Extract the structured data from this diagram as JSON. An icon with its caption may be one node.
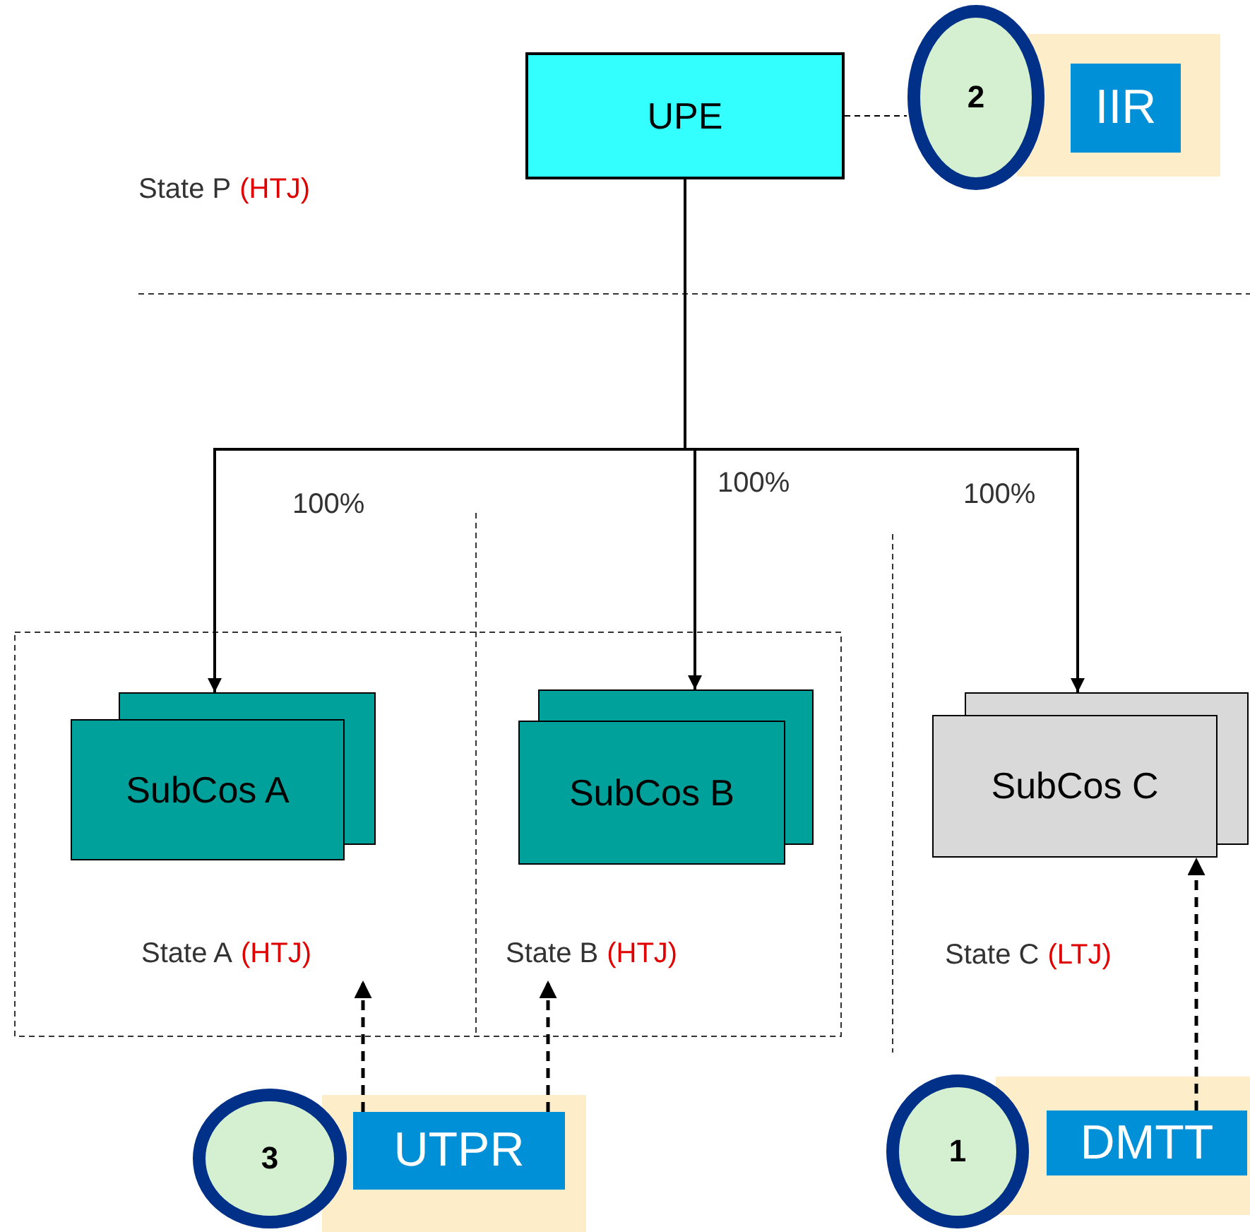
{
  "diagram": {
    "nodes": [
      {
        "text": [
          "UPE"
        ]
      },
      {
        "text": [
          "SubCos A"
        ]
      },
      {
        "text": [
          "SubCos B"
        ]
      },
      {
        "text": [
          "SubCos C"
        ]
      },
      {
        "text": [
          "2"
        ]
      },
      {
        "text": [
          "IIR"
        ]
      },
      {
        "text": [
          "State A",
          "(HTJ)"
        ]
      },
      {
        "text": [
          "State B",
          "(HTJ)"
        ]
      },
      {
        "text": [
          "3"
        ]
      },
      {
        "text": [
          "UTPR"
        ]
      },
      {
        "text": [
          "1"
        ]
      },
      {
        "text": [
          "DMTT"
        ]
      }
    ],
    "edges": [
      {
        "from": 0,
        "to": 1,
        "arrow": "to",
        "label": "100%"
      },
      {
        "from": 0,
        "to": 2,
        "arrow": "to",
        "label": "100%"
      },
      {
        "from": 0,
        "to": 3,
        "arrow": "to",
        "label": "100%"
      },
      {
        "from": 0,
        "to": 4,
        "arrow": "none",
        "style": "dashed"
      },
      {
        "from": 9,
        "to": 6,
        "arrow": "to",
        "style": "dashed"
      },
      {
        "from": 9,
        "to": 7,
        "arrow": "to",
        "style": "dashed"
      },
      {
        "from": 11,
        "to": 3,
        "arrow": "to",
        "style": "dashed"
      }
    ],
    "labels": [
      "State P",
      "(HTJ)",
      "State C",
      "(LTJ)"
    ]
  }
}
